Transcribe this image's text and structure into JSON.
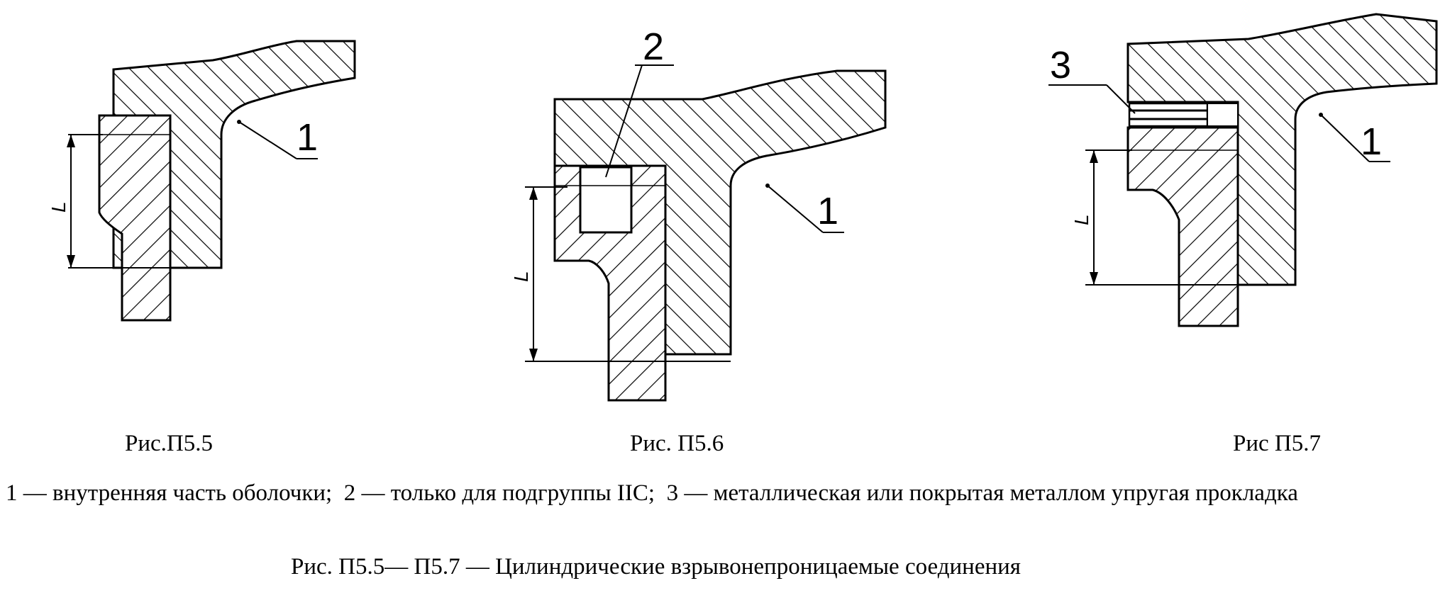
{
  "figures": [
    {
      "caption": "Рис.П5.5",
      "callouts": [
        "1"
      ],
      "dimension": "L"
    },
    {
      "caption": "Рис. П5.6",
      "callouts": [
        "2",
        "1"
      ],
      "dimension": "L"
    },
    {
      "caption": "Рис П5.7",
      "callouts": [
        "3",
        "1"
      ],
      "dimension": "L"
    }
  ],
  "legend": {
    "item1": "1 — внутренняя часть оболочки;",
    "item2": "2 — только для подгруппы IIC;",
    "item3": "3 — металлическая или покрытая металлом упругая прокладка"
  },
  "title": "Рис. П5.5— П5.7 — Цилиндрические взрывонепроницаемые соединения"
}
